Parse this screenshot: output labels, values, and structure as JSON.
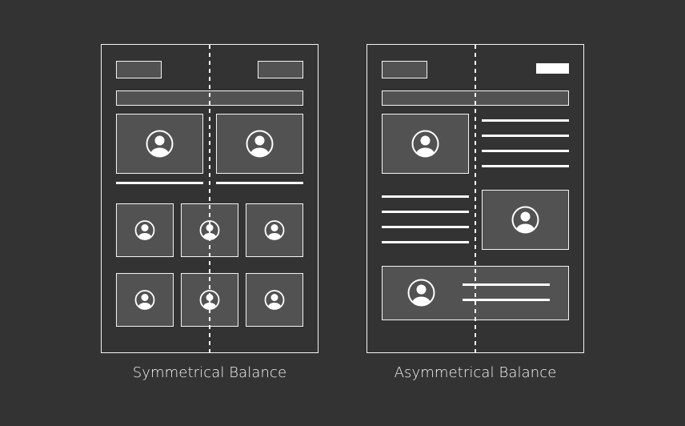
{
  "colors": {
    "background": "#333333",
    "frame_stroke": "#f4f4f4",
    "block_fill": "#525252",
    "line_white": "#ffffff"
  },
  "captions": {
    "symmetrical": "Symmetrical Balance",
    "asymmetrical": "Asymmetrical Balance"
  },
  "icons": {
    "avatar": "user-avatar-icon",
    "axis": "dashed-center-axis"
  }
}
